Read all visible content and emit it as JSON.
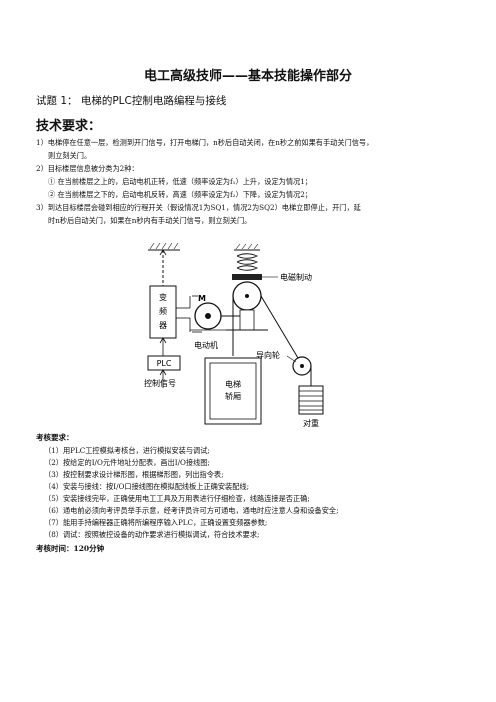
{
  "doc": {
    "title": "电工高级技师——基本技能操作部分",
    "subject": "试题 1：  电梯的PLC控制电路编程与接线",
    "tech_heading": "技术要求：",
    "requirements": [
      "1）电梯停在任意一层，检测到开门信号，打开电梯门，n秒后自动关闭，在n秒之前如果有手动关门信号，",
      "则立刻关门。",
      "2）目标楼层信息被分类为2种：",
      "①  在当前楼层之上的，启动电机正转，低速（频率设定为f₁）上升，设定为情况1；",
      "②  在当前楼层之下的，启动电机反转，高速（频率设定为f₂）下降，设定为情况2；",
      "3）到达目标楼层会碰到相应的行程开关（假设情况1为SQ1，情况2为SQ2）电梯立即停止，开门，延",
      "时n秒后自动关门，如果在n秒内有手动关门信号，则立刻关门。"
    ],
    "eval_heading": "考核要求：",
    "eval_items": [
      "（1）用PLC工控模拟考核台，进行模拟安装与调试;",
      "（2）按给定的I/O元件地址分配表，画出I/O接线图;",
      "（3）按控制要求设计梯形图，根据梯形图，列出指令表;",
      "（4）安装与接线：按I/O口接线图在模拟配线板上正确安装配线;",
      "（5）安装接线完毕，正确使用电工工具及万用表进行仔细检查，线路连接是否正确;",
      "（6）通电前必须向考评员举手示意，经考评员许可方可通电，通电时应注意人身和设备安全;",
      "（7）能用手持编程器正确将所编程序输入PLC，正确设置变频器参数;",
      "（8）调试：按照被控设备的动作要求进行模拟调试，符合技术要求;"
    ],
    "time_label": "考核时间：120分钟"
  },
  "diagram": {
    "inverter_label": [
      "变",
      "频",
      "器"
    ],
    "motor_letter": "M",
    "motor_label": "电动机",
    "plc_label": "PLC",
    "control_signal_label": "控制信号",
    "brake_label": "电磁制动",
    "guide_wheel_label": "导向轮",
    "car_label": [
      "电梯",
      "轿厢"
    ],
    "counterweight_label": "对重"
  }
}
